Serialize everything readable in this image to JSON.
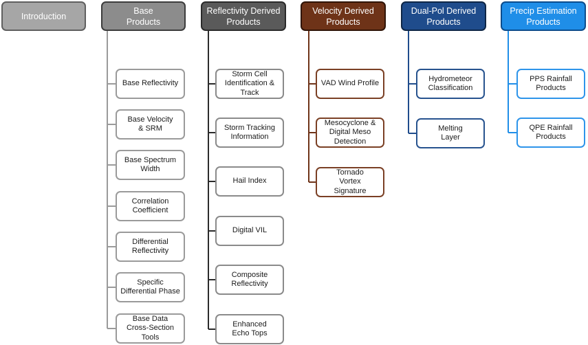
{
  "headers": [
    {
      "label": "Introduction"
    },
    {
      "label": "Base\nProducts"
    },
    {
      "label": "Reflectivity Derived\nProducts"
    },
    {
      "label": "Velocity Derived\nProducts"
    },
    {
      "label": "Dual-Pol Derived\nProducts"
    },
    {
      "label": "Precip Estimation\nProducts"
    }
  ],
  "columns": {
    "base": [
      "Base Reflectivity",
      "Base Velocity\n& SRM",
      "Base Spectrum\nWidth",
      "Correlation\nCoefficient",
      "Differential\nReflectivity",
      "Specific\nDifferential Phase",
      "Base Data\nCross-Section\nTools"
    ],
    "reflectivity": [
      "Storm Cell\nIdentification &\nTrack",
      "Storm Tracking\nInformation",
      "Hail Index",
      "Digital VIL",
      "Composite\nReflectivity",
      "Enhanced\nEcho Tops"
    ],
    "velocity": [
      "VAD Wind Profile",
      "Mesocyclone &\nDigital Meso\nDetection",
      "Tornado\nVortex\nSignature"
    ],
    "dualpol": [
      "Hydrometeor\nClassification",
      "Melting\nLayer"
    ],
    "precip": [
      "PPS Rainfall\nProducts",
      "QPE Rainfall\nProducts"
    ]
  },
  "colors": {
    "introduction": "#a6a6a6",
    "base": "#8c8c8c",
    "reflectivity": "#5a5a5a",
    "velocity": "#6e3318",
    "dualpol": "#1f4c8c",
    "precip": "#1f8ee8",
    "base_line": "#9a9a9a",
    "reflectivity_line": "#2a2a2a",
    "velocity_line": "#6e3318",
    "dualpol_line": "#1f4c8c",
    "precip_line": "#1f8ee8"
  }
}
